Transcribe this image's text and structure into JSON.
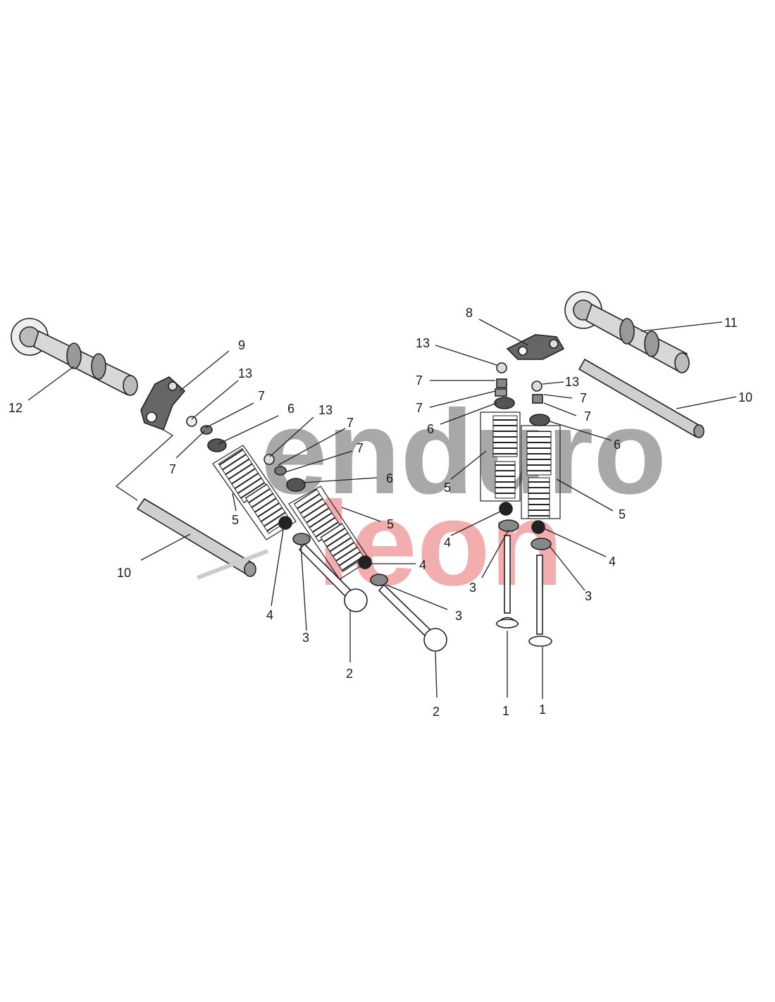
{
  "watermark": {
    "top": "enduro",
    "bottom": "leon",
    "top_color": "#9a9a9a",
    "bottom_color": "#f0a0a0"
  },
  "callouts": {
    "c1": "1",
    "c2": "1",
    "c3": "2",
    "c4": "2",
    "c5": "3",
    "c6": "3",
    "c7": "3",
    "c8": "3",
    "c9": "4",
    "c10": "4",
    "c11": "4",
    "c12": "4",
    "c13": "5",
    "c14": "5",
    "c15": "5",
    "c16": "5",
    "c17": "6",
    "c18": "6",
    "c19": "6",
    "c20": "6",
    "c21": "7",
    "c22": "7",
    "c23": "7",
    "c24": "7",
    "c25": "7",
    "c26": "7",
    "c27": "7",
    "c28": "7",
    "c29": "8",
    "c30": "9",
    "c31": "10",
    "c32": "10",
    "c33": "11",
    "c34": "12",
    "c35": "13",
    "c36": "13",
    "c37": "13",
    "c38": "13"
  }
}
